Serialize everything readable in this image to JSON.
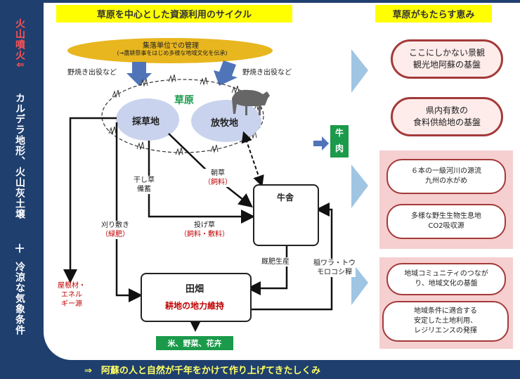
{
  "side": {
    "volcano": "火山噴火⇓",
    "terrain": "カルデラ地形、火山灰土壌",
    "plus": "＋",
    "climate": "冷涼な気象条件"
  },
  "left_header": "草原を中心とした資源利用のサイクル",
  "right_header": "草原がもたらす恵み",
  "management": {
    "title": "集落単位での管理",
    "subtitle": "(→農耕祭事をはじめ多様な地域文化を伝承)"
  },
  "labor_left": "野焼き出役など",
  "labor_right": "野焼き出役など",
  "grassland": "草原",
  "mowing_land": "採草地",
  "grazing_land": "放牧地",
  "barn": "牛舎",
  "field": {
    "title": "田畑",
    "subtitle": "耕地の地力維持"
  },
  "crops": "米、野菜、花卉",
  "beef": [
    "牛",
    "肉"
  ],
  "flows": {
    "hay": [
      "干し草",
      "備蓄"
    ],
    "morning_grass": [
      "朝草",
      "（飼料）"
    ],
    "spread_grass": [
      "投げ草",
      "（飼料・敷料）"
    ],
    "mulch": [
      "刈り敷き",
      "（緑肥）"
    ],
    "manure": "厩肥生産",
    "straw": [
      "稲ワラ・トウ",
      "モロコシ稈"
    ],
    "roof": [
      "屋根材・",
      "エネル",
      "ギー源"
    ]
  },
  "benefits": [
    [
      "ここにしかない景観",
      "観光地阿蘇の基盤"
    ],
    [
      "県内有数の",
      "食料供給地の基盤"
    ]
  ],
  "environment": [
    [
      "６本の一級河川の源流",
      "九州の水がめ"
    ],
    [
      "多様な野生生物生息地",
      "CO2吸収源"
    ]
  ],
  "community": [
    [
      "地域コミュニティのつなが",
      "り、地域文化の基盤"
    ],
    [
      "地域条件に適合する",
      "安定した土地利用、",
      "レジリエンスの発揮"
    ]
  ],
  "footer": "⇒　阿蘇の人と自然が千年をかけて作り上げてきたしくみ",
  "colors": {
    "navy": "#1f3f6e",
    "yellow": "#ffff00",
    "ellipse_fill": "#c9d3ee",
    "accent_green": "#1a9a4a",
    "benefit_red": "#a33a3a",
    "arrow_blue": "#4f74b8"
  }
}
